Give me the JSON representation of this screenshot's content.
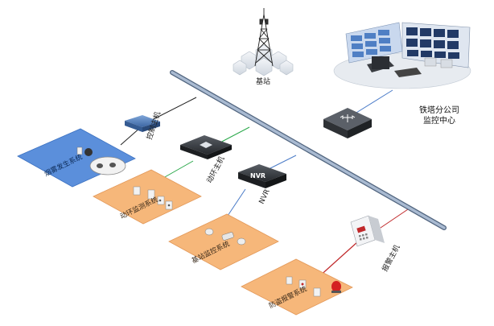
{
  "labels": {
    "base_station": "基站",
    "tower_company_line1": "铁塔分公司",
    "tower_company_line2": "监控中心",
    "control_host": "控制主机",
    "power_env_host": "动环主机",
    "nvr_device_text": "NVR",
    "nvr_label": "NVR",
    "alarm_host": "报警主机",
    "smoke_system": "烟雾发生系统",
    "power_env_system": "动环监测系统",
    "station_monitor_system": "基站监控系统",
    "anti_theft_system": "防盗报警系统"
  },
  "colors": {
    "backbone": "#8fa8c8",
    "link_black": "#222222",
    "link_green": "#2aa84a",
    "link_blue": "#4a7bc8",
    "link_red": "#c0282a",
    "panel_blue": "#5b8fdb",
    "panel_orange": "#f6b77a"
  },
  "icons": {
    "tower": "cell-tower-icon",
    "switch": "network-switch-icon",
    "control_host": "control-host-icon",
    "power_env_host": "power-env-host-icon",
    "nvr": "nvr-recorder-icon",
    "alarm_host": "alarm-panel-icon",
    "monitor_center": "monitoring-center-icon"
  }
}
